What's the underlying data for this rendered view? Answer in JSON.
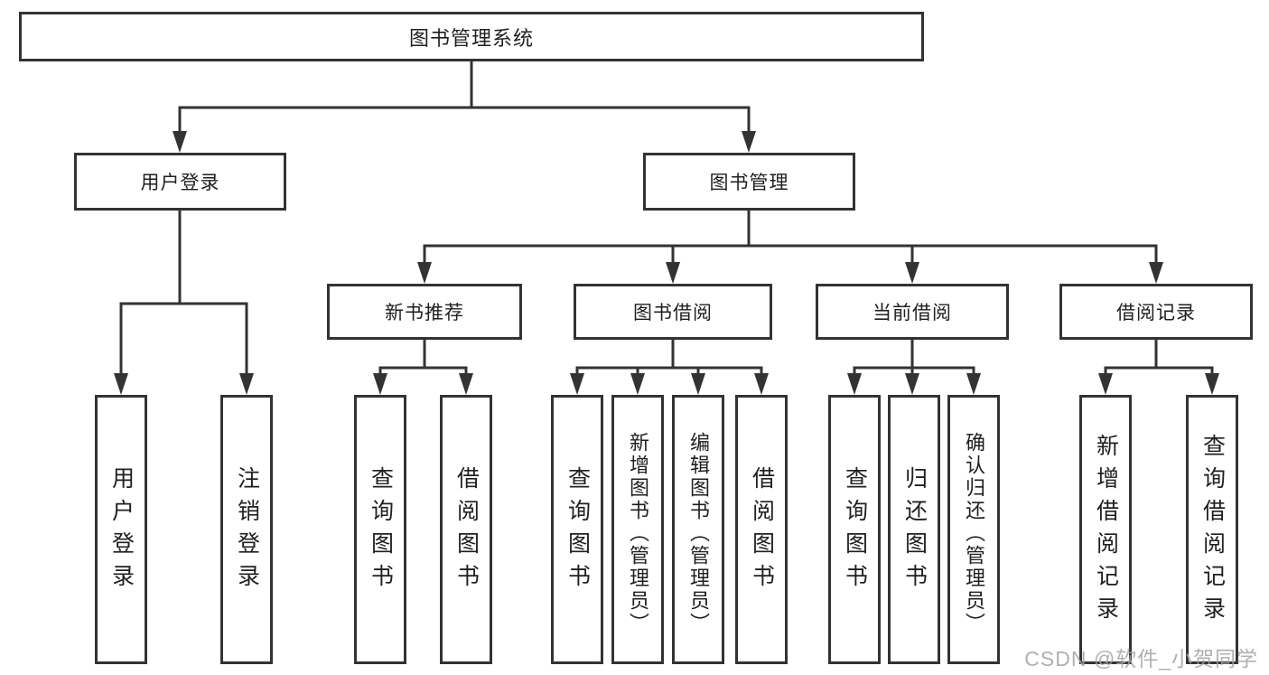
{
  "tree": {
    "root": "图书管理系统",
    "branches": [
      {
        "label": "用户登录",
        "children": [
          "用户登录",
          "注销登录"
        ]
      },
      {
        "label": "图书管理",
        "children": [
          {
            "label": "新书推荐",
            "children": [
              "查询图书",
              "借阅图书"
            ]
          },
          {
            "label": "图书借阅",
            "children": [
              "查询图书",
              "新增图书（管理员）",
              "编辑图书（管理员）",
              "借阅图书"
            ]
          },
          {
            "label": "当前借阅",
            "children": [
              "查询图书",
              "归还图书",
              "确认归还（管理员）"
            ]
          },
          {
            "label": "借阅记录",
            "children": [
              "新增借阅记录",
              "查询借阅记录"
            ]
          }
        ]
      }
    ]
  },
  "watermark": {
    "text": "CSDN @软件_小贺同学"
  },
  "colors": {
    "line": "#333333",
    "text": "#1f1f1f",
    "watermark": "#a2a2a2",
    "background": "#ffffff"
  }
}
